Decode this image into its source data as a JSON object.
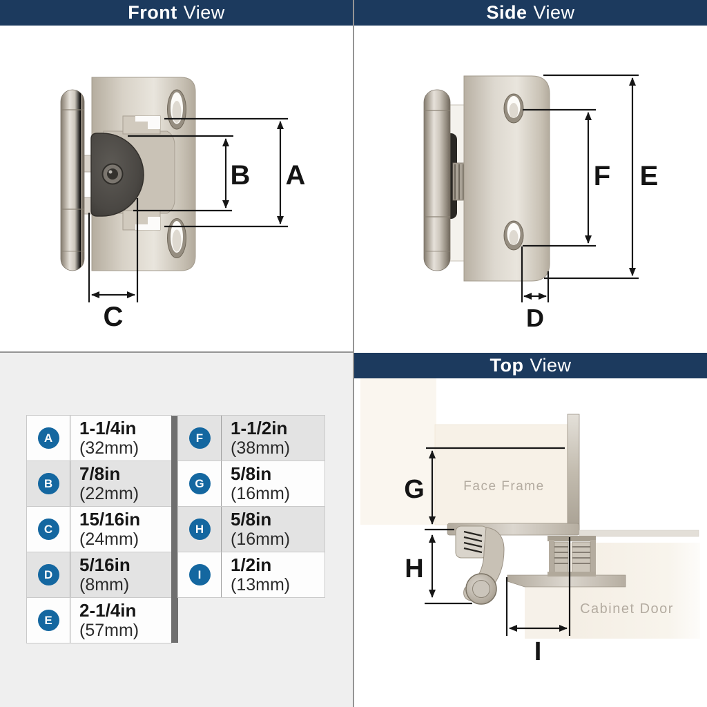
{
  "panels": {
    "front": {
      "title_bold": "Front",
      "title_rest": "View"
    },
    "side": {
      "title_bold": "Side",
      "title_rest": "View"
    },
    "top": {
      "title_bold": "Top",
      "title_rest": "View"
    }
  },
  "front_view": {
    "labels": {
      "a": "A",
      "b": "B",
      "c": "C"
    }
  },
  "side_view": {
    "labels": {
      "d": "D",
      "e": "E",
      "f": "F"
    }
  },
  "top_view": {
    "labels": {
      "g": "G",
      "h": "H",
      "i": "I"
    },
    "face_frame": "Face Frame",
    "cabinet_door": "Cabinet Door"
  },
  "dimensions_table": {
    "left_rows": [
      {
        "key": "A",
        "in": "1-1/4in",
        "mm": "(32mm)"
      },
      {
        "key": "B",
        "in": "7/8in",
        "mm": "(22mm)"
      },
      {
        "key": "C",
        "in": "15/16in",
        "mm": "(24mm)"
      },
      {
        "key": "D",
        "in": "5/16in",
        "mm": "(8mm)"
      },
      {
        "key": "E",
        "in": "2-1/4in",
        "mm": "(57mm)"
      }
    ],
    "right_rows": [
      {
        "key": "F",
        "in": "1-1/2in",
        "mm": "(38mm)"
      },
      {
        "key": "G",
        "in": "5/8in",
        "mm": "(16mm)"
      },
      {
        "key": "H",
        "in": "5/8in",
        "mm": "(16mm)"
      },
      {
        "key": "I",
        "in": "1/2in",
        "mm": "(13mm)"
      }
    ]
  },
  "colors": {
    "header_navy": "#1c3a5e",
    "badge_blue": "#1467a0",
    "table_gray_row": "#e3e3e3",
    "table_dark_bar": "#6f6f6f",
    "dimension_line": "#161616",
    "wood_cream": "#f7f1e7",
    "metal_tan": "#cfc8bc"
  }
}
